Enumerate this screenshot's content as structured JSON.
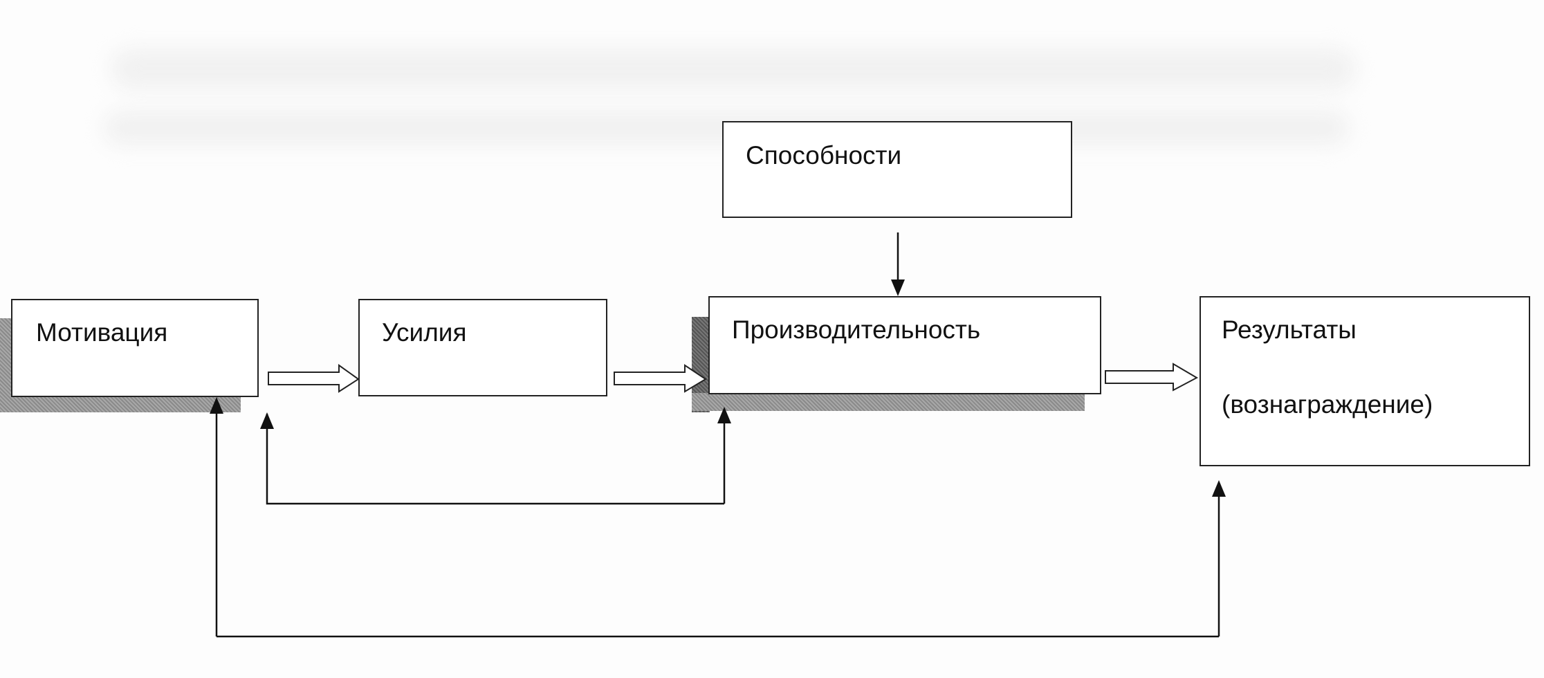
{
  "diagram": {
    "nodes": {
      "abilities": {
        "label": "Способности"
      },
      "motivation": {
        "label": "Мотивация"
      },
      "effort": {
        "label": "Усилия"
      },
      "performance": {
        "label": "Производительность"
      },
      "results": {
        "line1": "Результаты",
        "line2": "(вознаграждение)"
      }
    },
    "edges": [
      {
        "from": "motivation",
        "to": "effort",
        "style": "hollow-arrow"
      },
      {
        "from": "effort",
        "to": "performance",
        "style": "hollow-arrow"
      },
      {
        "from": "performance",
        "to": "results",
        "style": "hollow-arrow"
      },
      {
        "from": "abilities",
        "to": "performance",
        "style": "solid-arrow"
      },
      {
        "from": "performance",
        "to": "effort",
        "style": "feedback-line"
      },
      {
        "from": "motivation",
        "to": "results",
        "style": "feedback-line"
      }
    ]
  }
}
